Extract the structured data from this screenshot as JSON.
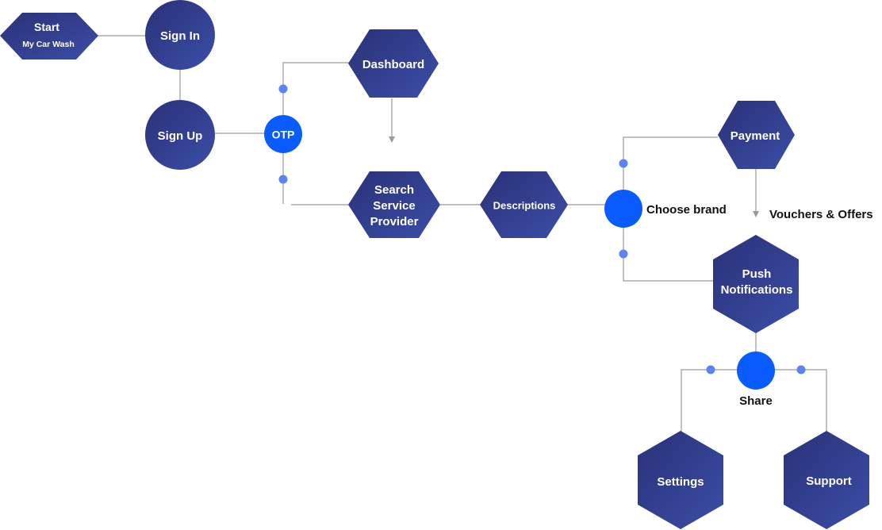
{
  "diagram": {
    "start": {
      "title": "Start",
      "subtitle": "My Car Wash"
    },
    "sign_in": "Sign In",
    "sign_up": "Sign Up",
    "otp": "OTP",
    "dashboard": "Dashboard",
    "search_provider": [
      "Search",
      "Service",
      "Provider"
    ],
    "descriptions": "Descriptions",
    "choose_brand": "Choose brand",
    "payment": "Payment",
    "vouchers": "Vouchers & Offers",
    "push_notifications": [
      "Push",
      "Notifications"
    ],
    "share": "Share",
    "settings": "Settings",
    "support": "Support"
  },
  "colors": {
    "node_dark": "#2a3178",
    "node_light": "#3a4aa0",
    "accent": "#0a5cff",
    "dot": "#5a85f0",
    "line": "#9a9a9a"
  }
}
